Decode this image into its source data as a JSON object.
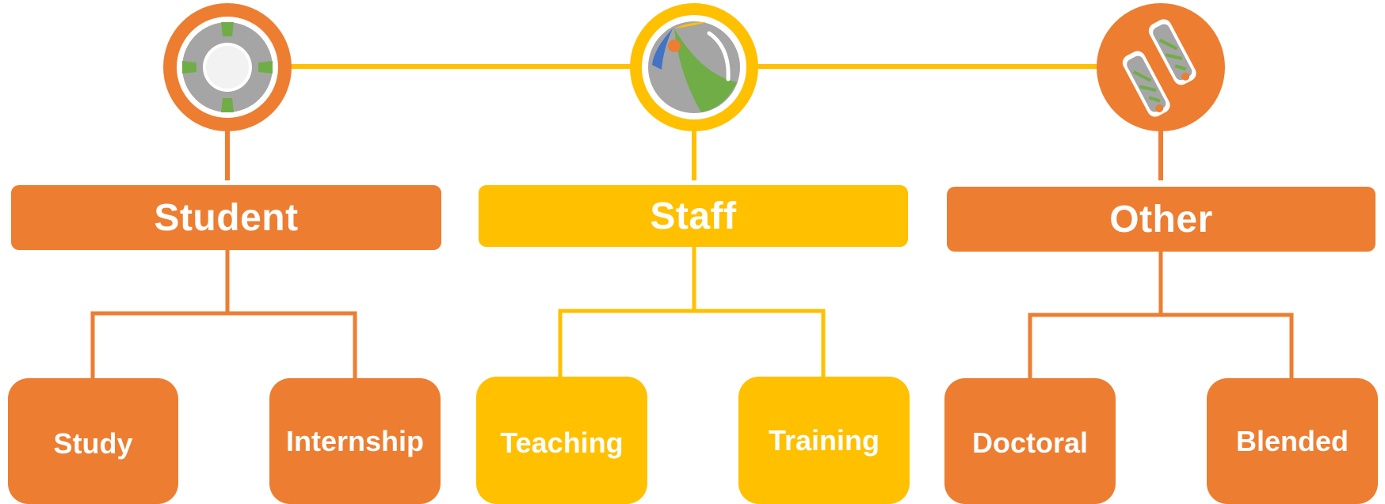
{
  "colors": {
    "orange": "#ED7D31",
    "yellow": "#FFC000",
    "white": "#FFFFFF"
  },
  "nodes": [
    {
      "label": "Student",
      "color": "orange",
      "icon": "life-ring-icon",
      "children": [
        "Study",
        "Internship"
      ]
    },
    {
      "label": "Staff",
      "color": "yellow",
      "icon": "beach-ball-icon",
      "children": [
        "Teaching",
        "Training"
      ]
    },
    {
      "label": "Other",
      "color": "orange",
      "icon": "swim-fins-icon",
      "children": [
        "Doctoral",
        "Blended"
      ]
    }
  ]
}
